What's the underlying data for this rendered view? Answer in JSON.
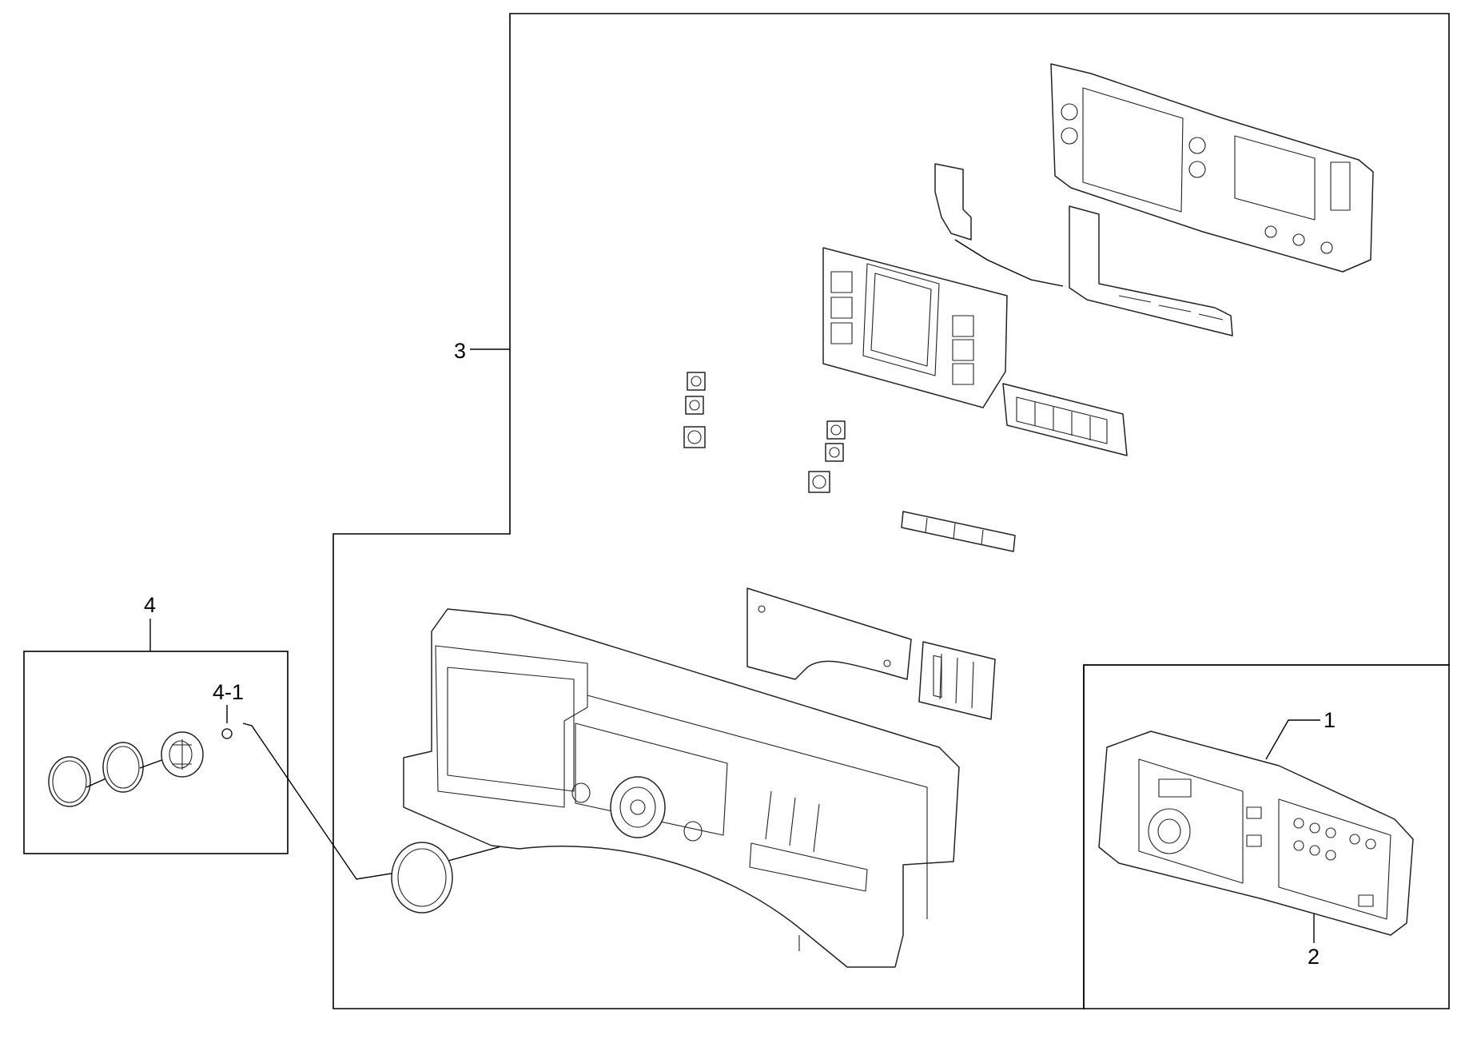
{
  "diagram": {
    "type": "exploded-parts-diagram",
    "callouts": {
      "part_1": "1",
      "part_2": "2",
      "part_3": "3",
      "part_4": "4",
      "part_4_1": "4-1"
    },
    "colors": {
      "line": "#000000",
      "background": "#ffffff"
    }
  }
}
